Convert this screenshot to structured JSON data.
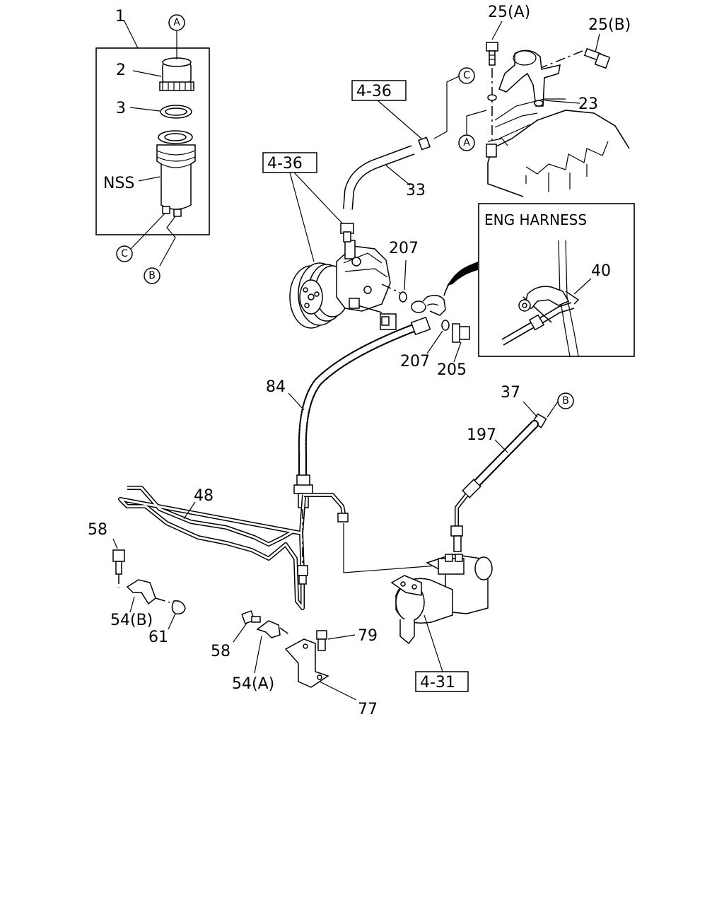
{
  "callouts": {
    "c1": "1",
    "c2": "2",
    "c3": "3",
    "nss": "NSS",
    "c25a": "25(A)",
    "c25b": "25(B)",
    "c23": "23",
    "ref436a": "4-36",
    "ref436b": "4-36",
    "c33": "33",
    "c207a": "207",
    "c207b": "207",
    "c205": "205",
    "c40": "40",
    "eng_harness": "ENG HARNESS",
    "c84": "84",
    "c37": "37",
    "c197": "197",
    "c48": "48",
    "c58a": "58",
    "c54b": "54(B)",
    "c61": "61",
    "c58b": "58",
    "c54a": "54(A)",
    "c79": "79",
    "c77": "77",
    "ref431": "4-31"
  },
  "markers": {
    "a": "A",
    "b": "B",
    "c": "C"
  }
}
